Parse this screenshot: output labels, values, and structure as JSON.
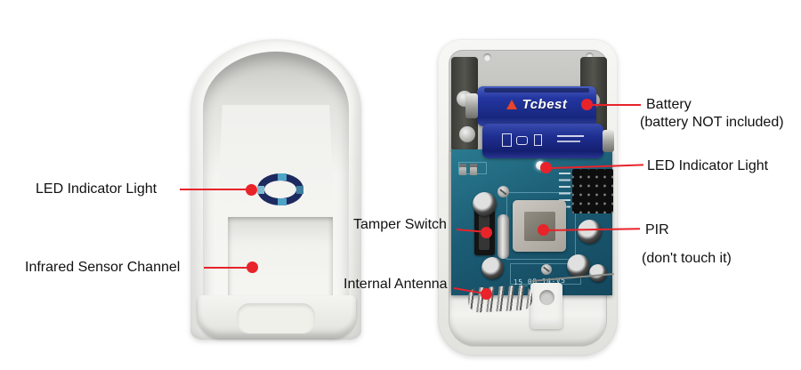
{
  "callouts": {
    "led_left": "LED Indicator Light",
    "infrared_channel": "Infrared Sensor Channel",
    "tamper_switch": "Tamper Switch",
    "internal_antenna": "Internal Antenna",
    "battery": "Battery",
    "battery_note": "(battery NOT included)",
    "led_right": "LED Indicator Light",
    "pir": "PIR",
    "pir_note": "(don't touch it)"
  },
  "device_markings": {
    "battery_brand": "Tcbest",
    "pcb_version": "15_08_14-V5"
  },
  "colors": {
    "annotation_red": "#e8232a",
    "label_text": "#111111",
    "battery_blue": "#2336a0",
    "pcb_teal": "#1b5c74",
    "led_ring_navy": "#1c2a60",
    "led_tick_blue": "#4fa3c6"
  }
}
